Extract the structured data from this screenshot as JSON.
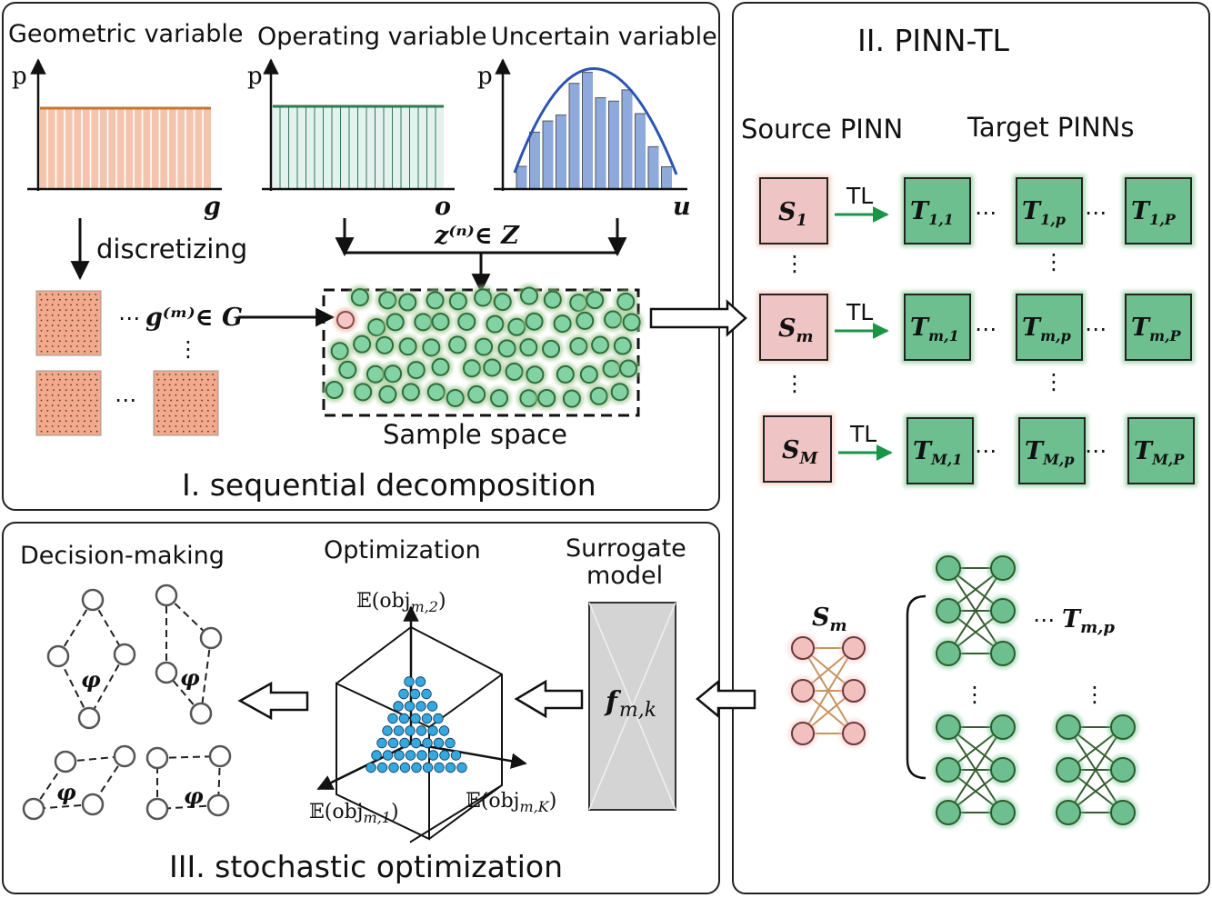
{
  "panel1": {
    "caption": "I. sequential decomposition",
    "labels": {
      "geometric": "Geometric variable",
      "operating": "Operating variable",
      "uncertain": "Uncertain variable",
      "p": "p",
      "g_axis": "g",
      "o_axis": "o",
      "u_axis": "u",
      "discretizing": "discretizing",
      "z_member": "z⁽ⁿ⁾∈ Z",
      "g_member": "g⁽ᵐ⁾∈ G",
      "ellipsis": "⋯",
      "vdots": "⋮",
      "sample_space": "Sample space"
    },
    "colors": {
      "geometric_bar": "#f5c4ad",
      "geometric_top": "#c87533",
      "operating_bar": "#e4f2ef",
      "operating_top": "#2f7a55",
      "uncertain_bar": "#8ea9db",
      "uncertain_curve": "#2b54b0",
      "sample_fill": "#82d2a3",
      "sample_outline": "#2d6e3c",
      "start_sample_fill": "#f5c6c6"
    }
  },
  "panel2": {
    "title": "II. PINN-TL",
    "source_label": "Source PINN",
    "target_label": "Target PINNs",
    "tl": "TL",
    "sources": [
      "S",
      "S",
      "S"
    ],
    "source_subs": [
      "1",
      "m",
      "M"
    ],
    "targets": [
      {
        "main": "T",
        "subs": [
          "1,1",
          "1,p",
          "1,P"
        ]
      },
      {
        "main": "T",
        "subs": [
          "m,1",
          "m,p",
          "m,P"
        ]
      },
      {
        "main": "T",
        "subs": [
          "M,1",
          "M,p",
          "M,P"
        ]
      }
    ],
    "net_source": "S",
    "net_source_sub": "m",
    "net_target": "T",
    "net_target_sub": "m,p",
    "colors": {
      "source_fill": "#efc4c4",
      "target_fill": "#6dbf8f",
      "tl_arrow": "#1a9446"
    }
  },
  "panel3": {
    "caption": "III. stochastic optimization",
    "decision": "Decision-making",
    "optimization": "Optimization",
    "surrogate_line1": "Surrogate",
    "surrogate_line2": "model",
    "surrogate_f": "f",
    "surrogate_sub": "m,k",
    "phi": "φ",
    "axis_top": "𝔼(obj",
    "axis_top_sub": "m,2",
    "axis_left": "𝔼(obj",
    "axis_left_sub": "m,1",
    "axis_right": "𝔼(obj",
    "axis_right_sub": "m,K",
    "close_paren": ")",
    "colors": {
      "pareto_points": "#35a8e0"
    }
  }
}
